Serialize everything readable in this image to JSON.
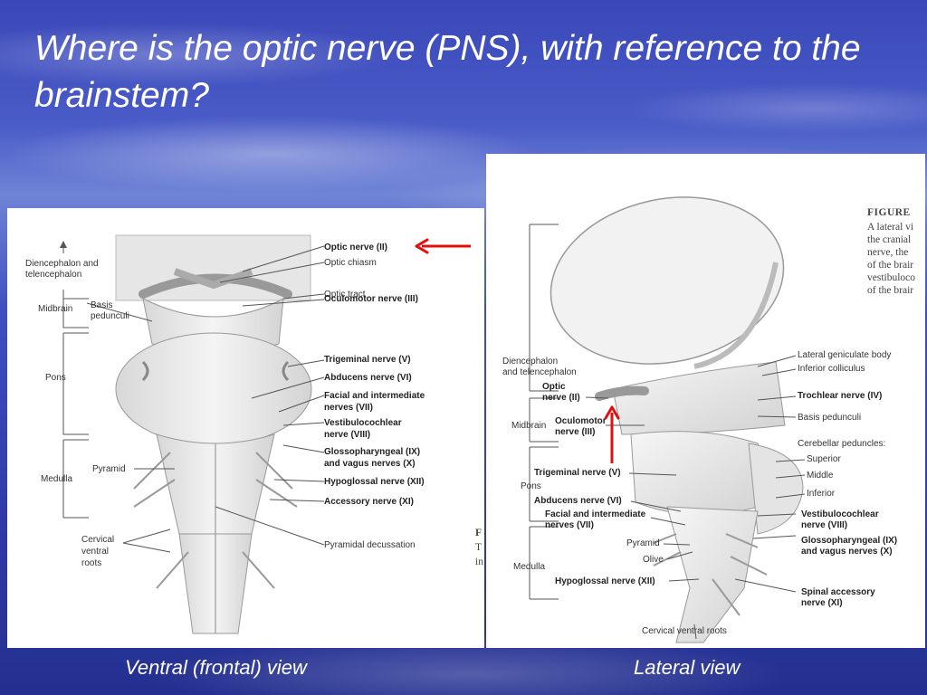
{
  "slide": {
    "title": "Where is the optic nerve (PNS), with reference to the brainstem?"
  },
  "ventral_figure": {
    "left_labels": {
      "diencephalon_1": "Diencephalon and",
      "diencephalon_2": "telencephalon",
      "midbrain": "Midbrain",
      "basis_1": "Basis",
      "basis_2": "pedunculi",
      "pons": "Pons",
      "pyramid": "Pyramid",
      "medulla": "Medulla",
      "cervical_1": "Cervical",
      "cervical_2": "ventral",
      "cervical_3": "roots"
    },
    "right_labels": {
      "optic_nerve": "Optic nerve (II)",
      "optic_chiasm": "Optic chiasm",
      "optic_tract": "Optic tract",
      "oculomotor": "Oculomotor nerve (III)",
      "trigeminal": "Trigeminal nerve (V)",
      "abducens": "Abducens nerve (VI)",
      "facial_1": "Facial and intermediate",
      "facial_2": "nerves (VII)",
      "vestibulo_1": "Vestibulocochlear",
      "vestibulo_2": "nerve (VIII)",
      "glosso_1": "Glossopharyngeal (IX)",
      "glosso_2": "and vagus nerves (X)",
      "hypoglossal": "Hypoglossal nerve (XII)",
      "accessory": "Accessory nerve (XI)",
      "decussation": "Pyramidal decussation"
    },
    "figure_text": {
      "f_letter": "F",
      "t_letter": "T",
      "in_letters": "in"
    }
  },
  "lateral_figure": {
    "figure_text": {
      "heading": "FIGURE",
      "line1": "A lateral vi",
      "line2": "the cranial",
      "line3": "nerve, the",
      "line4": "of the brair",
      "line5": "vestibuloco",
      "line6": "of the brair"
    },
    "labels": {
      "diencephalon_1": "Diencephalon",
      "diencephalon_2": "and telencephalon",
      "optic_1": "Optic",
      "optic_2": "nerve (II)",
      "midbrain": "Midbrain",
      "oculomotor_1": "Oculomotor",
      "oculomotor_2": "nerve (III)",
      "trigeminal": "Trigeminal nerve (V)",
      "pons": "Pons",
      "abducens": "Abducens nerve (VI)",
      "facial_1": "Facial and intermediate",
      "facial_2": "nerves (VII)",
      "pyramid": "Pyramid",
      "olive": "Olive",
      "medulla": "Medulla",
      "hypoglossal": "Hypoglossal nerve (XII)",
      "cervical_roots": "Cervical ventral roots",
      "lateral_geniculate": "Lateral geniculate body",
      "inferior_colliculus": "Inferior colliculus",
      "trochlear": "Trochlear nerve (IV)",
      "basis_pedunculi": "Basis pedunculi",
      "cerebellar_peduncles": "Cerebellar peduncles:",
      "superior": "Superior",
      "middle": "Middle",
      "inferior": "Inferior",
      "vestibulo_1": "Vestibulocochlear",
      "vestibulo_2": "nerve (VIII)",
      "glosso_1": "Glossopharyngeal (IX)",
      "glosso_2": "and vagus nerves (X)",
      "spinal_acc_1": "Spinal accessory",
      "spinal_acc_2": "nerve (XI)"
    }
  },
  "captions": {
    "ventral": "Ventral (frontal) view",
    "lateral": "Lateral view"
  },
  "colors": {
    "arrow": "#e01010",
    "title_text": "#ffffff"
  },
  "icons": {
    "horizontal_arrow": "left-arrow-icon",
    "vertical_arrow": "up-arrow-icon"
  }
}
